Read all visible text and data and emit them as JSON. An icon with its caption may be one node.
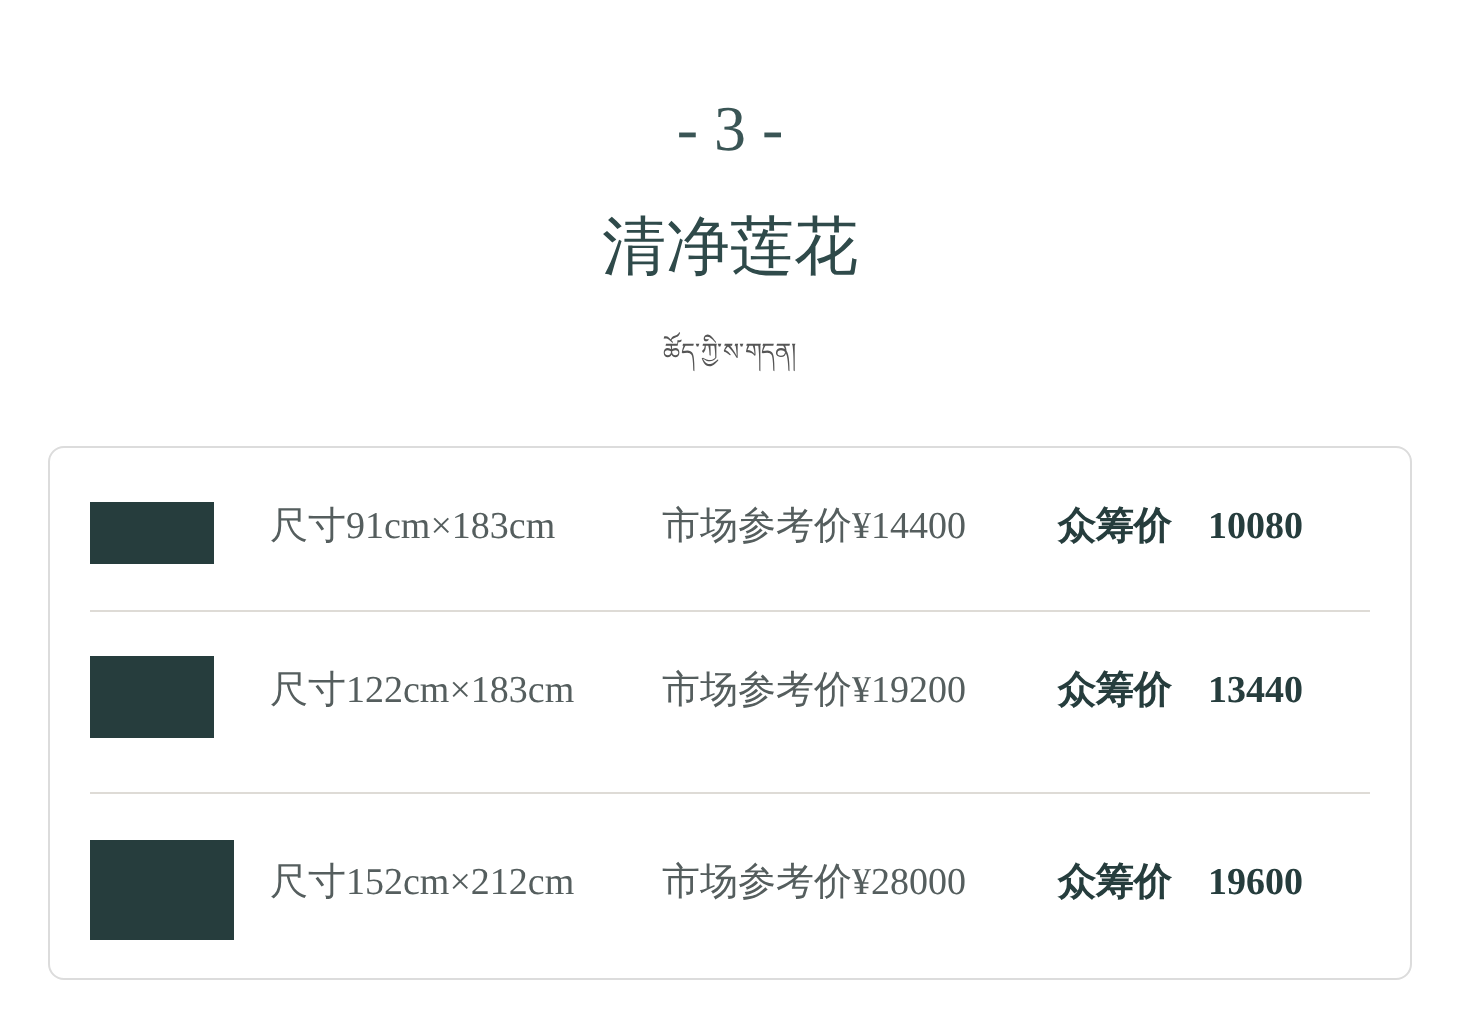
{
  "diagram": {
    "title": "清净莲花",
    "labels": [
      "- 3 -",
      "ཚོད་ཀྱི་ས་གདན།",
      "尺寸91cm×183cm",
      "市场参考价¥14400",
      "众筹价",
      "10080",
      "尺寸122cm×183cm",
      "市场参考价¥19200",
      "众筹价",
      "13440",
      "尺寸152cm×212cm",
      "市场参考价¥28000",
      "众筹价",
      "19600"
    ]
  }
}
